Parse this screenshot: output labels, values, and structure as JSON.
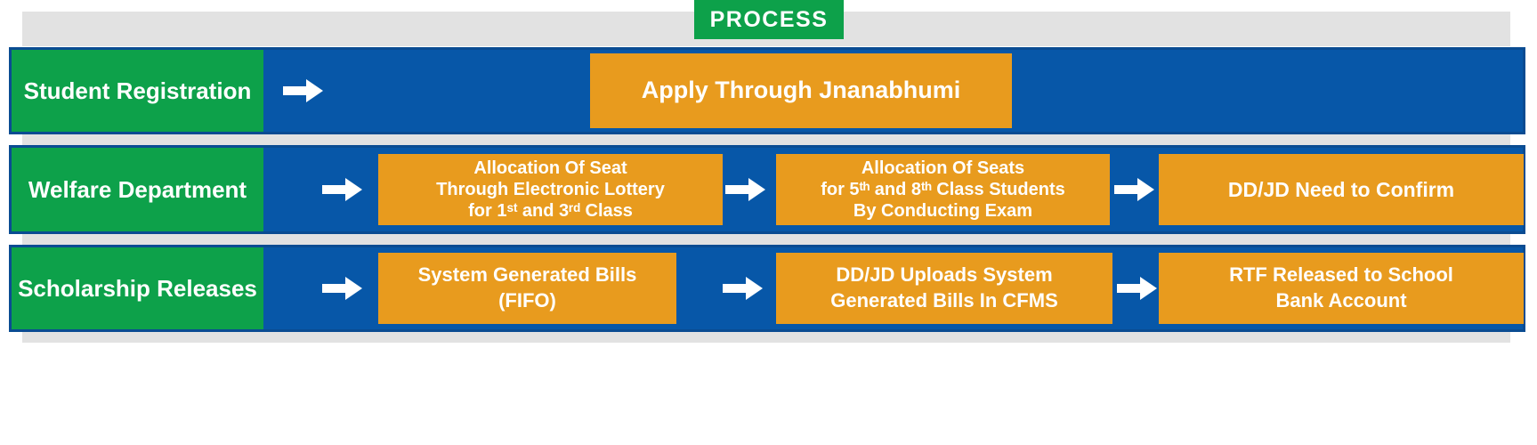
{
  "title": "PROCESS",
  "colors": {
    "green": "#0DA14A",
    "blue": "#0757A8",
    "blue_border": "#0A4C92",
    "orange": "#E89B1E",
    "gray_bar": "#E2E2E2",
    "text": "#FFFFFF"
  },
  "icons": {
    "flow_arrow": "➡"
  },
  "rows": [
    {
      "label": "Student Registration",
      "steps": [
        {
          "lines": [
            "Apply Through Jnanabhumi"
          ]
        }
      ]
    },
    {
      "label": "Welfare Department",
      "steps": [
        {
          "lines": [
            "Allocation Of Seat",
            "Through Electronic Lottery",
            "for 1ˢᵗ and 3ʳᵈ Class"
          ]
        },
        {
          "lines": [
            "Allocation Of Seats",
            "for 5ᵗʰ and 8ᵗʰ Class Students",
            "By Conducting Exam"
          ]
        },
        {
          "lines": [
            "DD/JD Need to Confirm"
          ]
        }
      ]
    },
    {
      "label": "Scholarship Releases",
      "steps": [
        {
          "lines": [
            "System Generated Bills",
            "(FIFO)"
          ]
        },
        {
          "lines": [
            "DD/JD Uploads System",
            "Generated Bills In CFMS"
          ]
        },
        {
          "lines": [
            "RTF Released to School",
            "Bank Account"
          ]
        }
      ]
    }
  ]
}
